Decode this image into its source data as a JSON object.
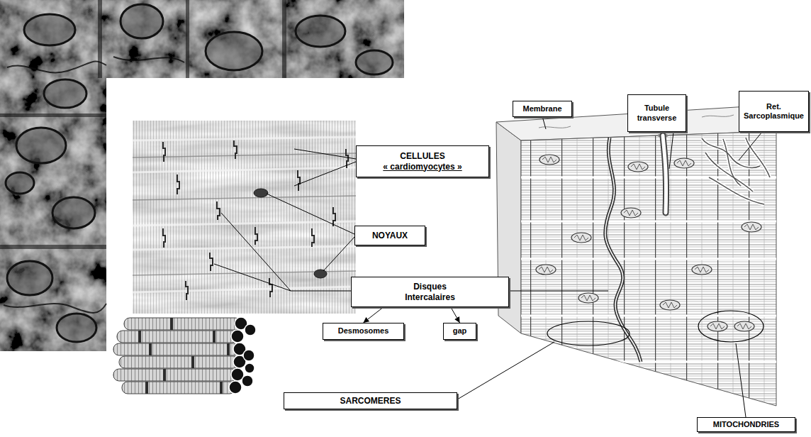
{
  "diagram": {
    "nodes": [
      {
        "text": [
          "Ret. Sarcoplasmique"
        ]
      },
      {
        "text": [
          "Membrane"
        ]
      },
      {
        "text": [
          "Tubule transverse"
        ]
      },
      {
        "text": [
          "CELLULES",
          "« cardiomyocytes »"
        ]
      },
      {
        "text": [
          "NOYAUX"
        ]
      },
      {
        "text": [
          "Disques Intercalaires"
        ]
      },
      {
        "text": [
          "Desmosomes"
        ]
      },
      {
        "text": [
          "gap"
        ]
      },
      {
        "text": [
          "SARCOMERES"
        ]
      },
      {
        "text": [
          "MITOCHONDRIES"
        ]
      }
    ],
    "edges": [
      {
        "from": 5,
        "to": 6,
        "arrow": "to"
      },
      {
        "from": 5,
        "to": 7,
        "arrow": "to"
      }
    ]
  }
}
